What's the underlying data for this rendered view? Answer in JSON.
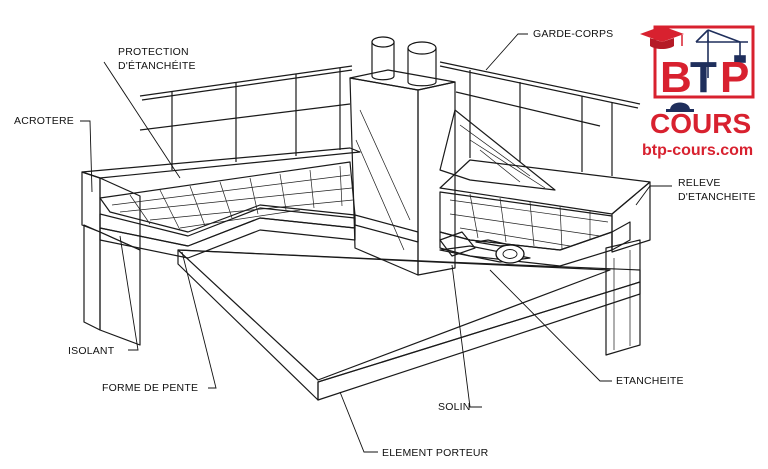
{
  "labels": {
    "protection_line1": "PROTECTION",
    "protection_line2": "D'ÉTANCHÉITE",
    "acrotere": "ACROTERE",
    "garde_corps": "GARDE-CORPS",
    "releve_line1": "RELEVE",
    "releve_line2": "D'ETANCHEITE",
    "isolant": "ISOLANT",
    "forme_de_pente": "FORME DE PENTE",
    "solin": "SOLIN",
    "etancheite": "ETANCHEITE",
    "element_porteur": "ELEMENT PORTEUR"
  },
  "logo": {
    "letter_b": "B",
    "letter_t": "T",
    "letter_p": "P",
    "word": "COURS",
    "url": "btp-cours.com",
    "colors": {
      "red": "#d8212f",
      "navy": "#1f2f5c"
    }
  }
}
